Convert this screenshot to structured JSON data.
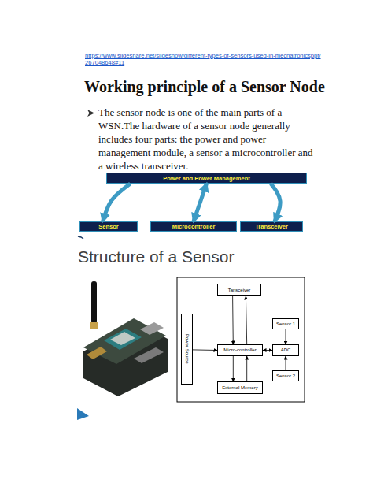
{
  "diagram": {
    "title": "Working principle of a Sensor Node",
    "nodes": [
      {
        "text": [
          "Power and Power Management"
        ]
      },
      {
        "text": [
          "Sensor"
        ]
      },
      {
        "text": [
          "Microcontroller"
        ]
      },
      {
        "text": [
          "Transceiver"
        ]
      },
      {
        "text": [
          "Tansceiver"
        ]
      },
      {
        "text": [
          "Power Source"
        ]
      },
      {
        "text": [
          "Micro-controller"
        ]
      },
      {
        "text": [
          "Sensor 1"
        ]
      },
      {
        "text": [
          "ADC"
        ]
      },
      {
        "text": [
          "Sensor 2"
        ]
      },
      {
        "text": [
          "External Memory"
        ]
      }
    ],
    "edges": [
      {
        "from": 0,
        "to": 1,
        "arrow": "to"
      },
      {
        "from": 0,
        "to": 2,
        "arrow": "both"
      },
      {
        "from": 0,
        "to": 3,
        "arrow": "to"
      },
      {
        "from": 4,
        "to": 6,
        "arrow": "to"
      },
      {
        "from": 6,
        "to": 4,
        "arrow": "to"
      },
      {
        "from": 5,
        "to": 6,
        "arrow": "to"
      },
      {
        "from": 6,
        "to": 8,
        "arrow": "both"
      },
      {
        "from": 7,
        "to": 8,
        "arrow": "to"
      },
      {
        "from": 9,
        "to": 8,
        "arrow": "to"
      },
      {
        "from": 6,
        "to": 10,
        "arrow": "to"
      },
      {
        "from": 10,
        "to": 6,
        "arrow": "to"
      }
    ],
    "labels": [
      "https://www.slideshare.net/slideshow/different-types-of-sensors-used-in-mechatronicsppt/267048648#11",
      "The sensor node is one of the main parts of a WSN.The hardware of a sensor node generally includes four parts: the power and power management module, a sensor a microcontroller and a wireless transceiver.",
      "Structure of a Sensor"
    ]
  }
}
